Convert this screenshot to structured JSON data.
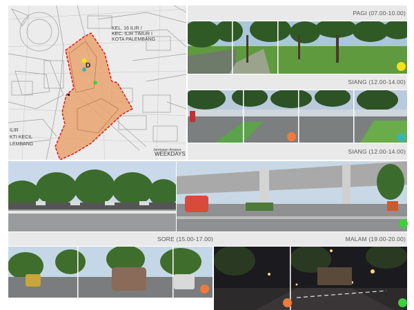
{
  "map": {
    "district_lines": [
      "KEL. 16 ILIR /",
      "KEC. ILIR TIMUR I",
      "KOTA PALEMBANG"
    ],
    "marker_letter": "D",
    "bridge_label": "Jembatan Ampera",
    "side_lines": [
      "ILIR",
      "KTI KECIL",
      "LEMBANG"
    ],
    "day_label": "WEEKDAYS"
  },
  "panels": {
    "pagi": {
      "label": "PAGI (07.00-10.00)",
      "dot_color": "#f2e21a"
    },
    "siang1": {
      "label": "SIANG (12.00-14.00)",
      "dot_color": "#3ab5b0"
    },
    "siang2": {
      "label": "SIANG (12.00-14.00)",
      "dot_color": "#3bd13b"
    },
    "sore": {
      "label": "SORE (15.00-17.00)",
      "dot_color": "#f07a3a"
    },
    "malam": {
      "label": "MALAM (19.00-20.00)",
      "dot_orange": "#f07a3a",
      "dot_green": "#3bd13b"
    }
  },
  "colors": {
    "site_fill": "#e9a36e",
    "site_border": "#e02020",
    "map_bg": "#ececec"
  }
}
